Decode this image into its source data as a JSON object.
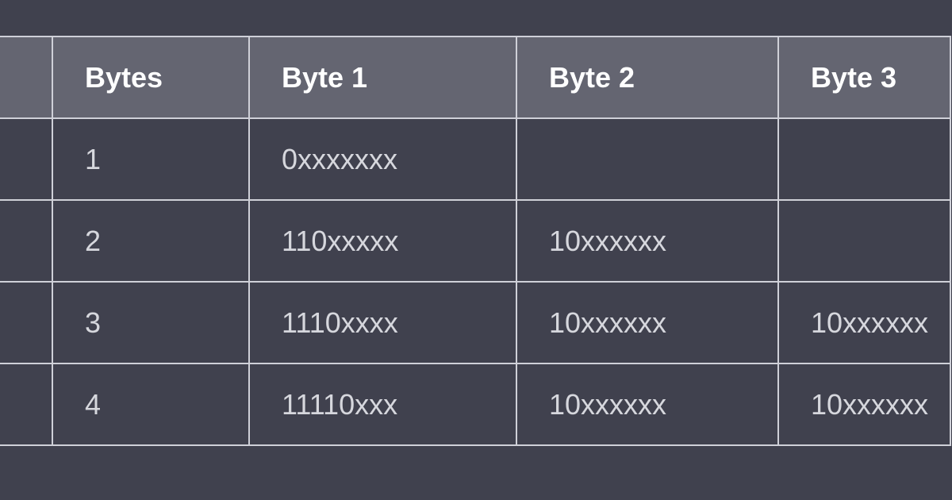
{
  "table": {
    "headers": [
      "",
      "Bytes",
      "Byte 1",
      "Byte 2",
      "Byte 3"
    ],
    "rows": [
      [
        "",
        "1",
        "0xxxxxxx",
        "",
        ""
      ],
      [
        "",
        "2",
        "110xxxxx",
        "10xxxxxx",
        ""
      ],
      [
        "",
        "3",
        "1110xxxx",
        "10xxxxxx",
        "10xxxxxx"
      ],
      [
        "",
        "4",
        "11110xxx",
        "10xxxxxx",
        "10xxxxxx"
      ]
    ]
  }
}
